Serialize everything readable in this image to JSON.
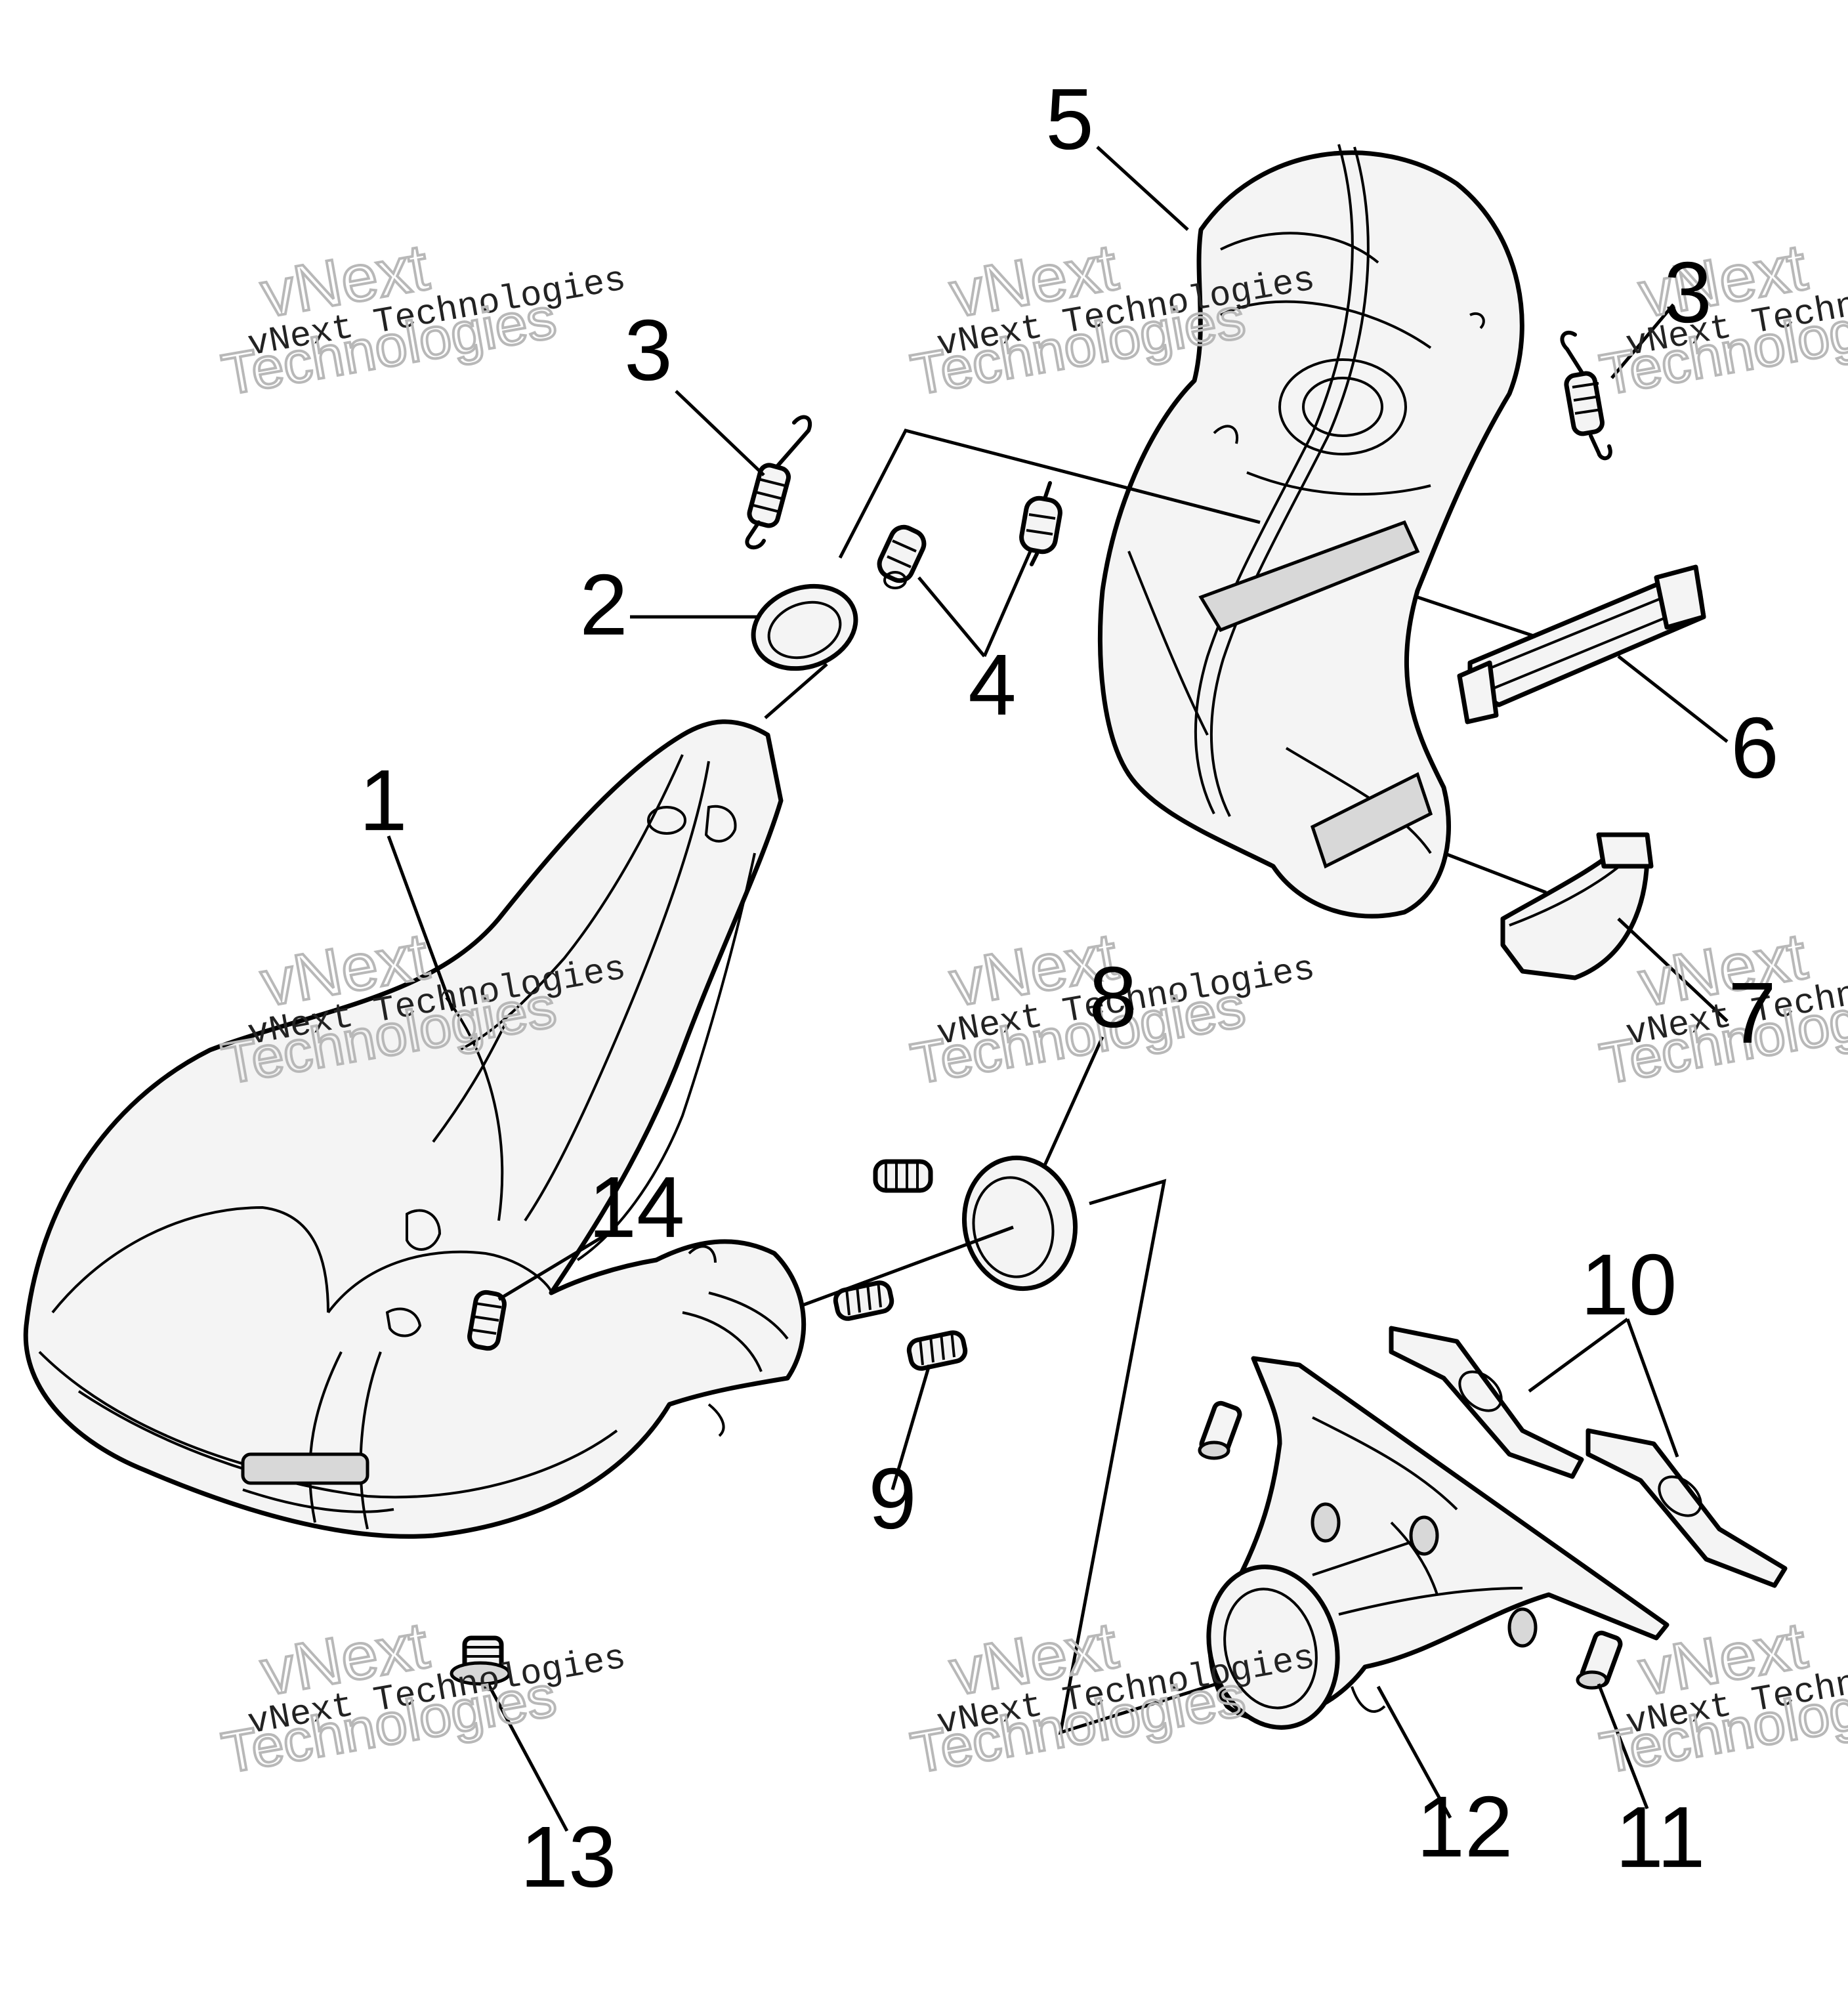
{
  "callouts": {
    "p1": "1",
    "p2": "2",
    "p3a": "3",
    "p3b": "3",
    "p4": "4",
    "p5": "5",
    "p6": "6",
    "p7": "7",
    "p8": "8",
    "p9": "9",
    "p10": "10",
    "p11": "11",
    "p12": "12",
    "p13": "13",
    "p14": "14"
  },
  "watermark": {
    "line_top": "vNext",
    "line_mid": "vNext Technologies",
    "line_bottom": "Technologies"
  }
}
